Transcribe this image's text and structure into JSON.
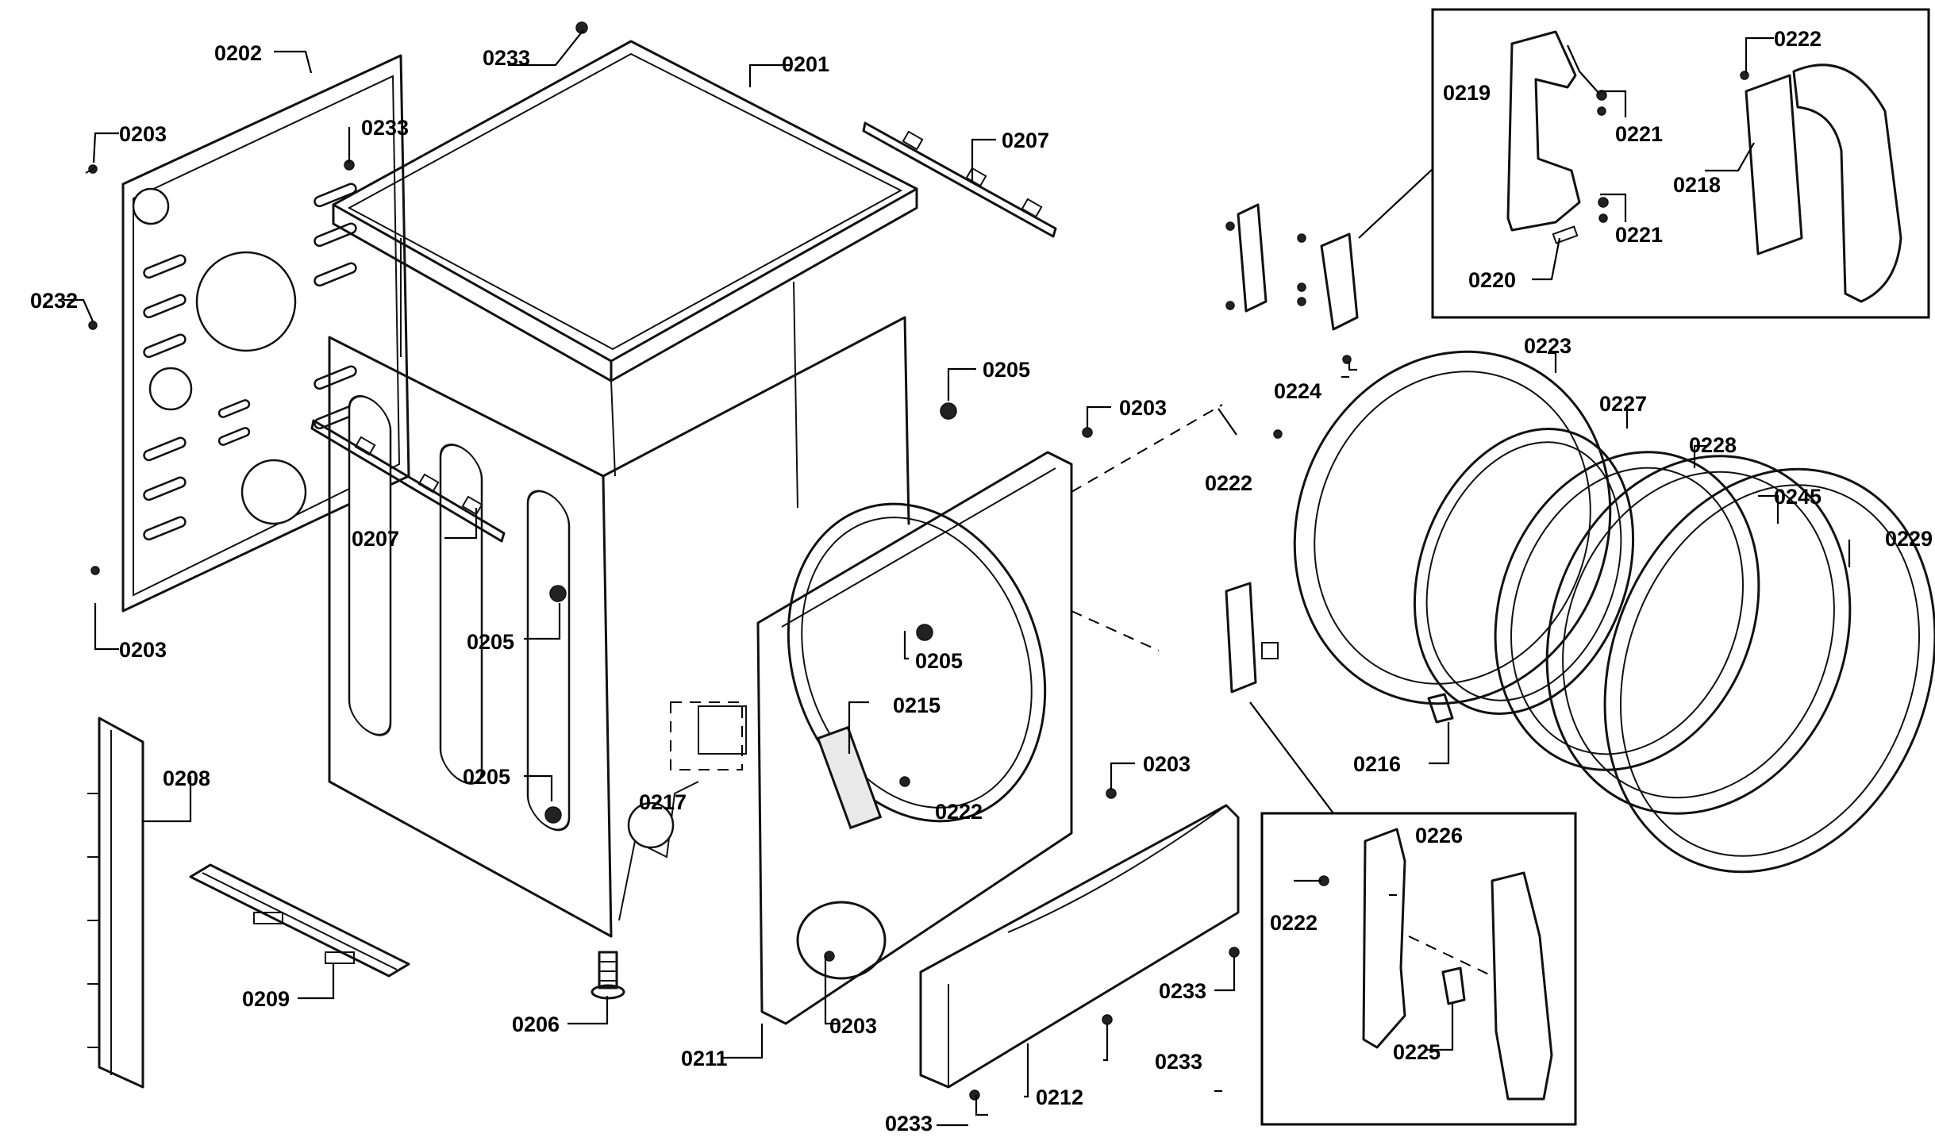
{
  "labels": {
    "l0201": "0201",
    "l0202": "0202",
    "l0203a": "0203",
    "l0203b": "0203",
    "l0203c": "0203",
    "l0203d": "0203",
    "l0203e": "0203",
    "l0205a": "0205",
    "l0205b": "0205",
    "l0205c": "0205",
    "l0205d": "0205",
    "l0206": "0206",
    "l0207a": "0207",
    "l0207b": "0207",
    "l0208": "0208",
    "l0209": "0209",
    "l0211": "0211",
    "l0212": "0212",
    "l0215": "0215",
    "l0216": "0216",
    "l0217": "0217",
    "l0218": "0218",
    "l0219": "0219",
    "l0220": "0220",
    "l0221a": "0221",
    "l0221b": "0221",
    "l0222a": "0222",
    "l0222b": "0222",
    "l0222c": "0222",
    "l0222d": "0222",
    "l0223": "0223",
    "l0224": "0224",
    "l0225": "0225",
    "l0226": "0226",
    "l0227": "0227",
    "l0228": "0228",
    "l0229": "0229",
    "l0232": "0232",
    "l0233a": "0233",
    "l0233b": "0233",
    "l0233c": "0233",
    "l0233d": "0233",
    "l0233e": "0233",
    "l0245": "0245"
  }
}
